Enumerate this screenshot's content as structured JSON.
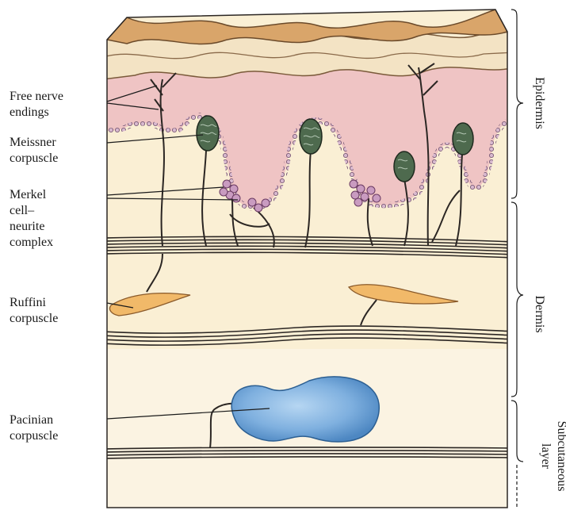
{
  "labels": {
    "free_nerve": [
      "Free nerve",
      "endings"
    ],
    "meissner": [
      "Meissner",
      "corpuscle"
    ],
    "merkel": [
      "Merkel",
      "cell–",
      "neurite",
      "complex"
    ],
    "ruffini": [
      "Ruffini",
      "corpuscle"
    ],
    "pacinian": [
      "Pacinian",
      "corpuscle"
    ]
  },
  "layers": {
    "epidermis": "Epidermis",
    "dermis": "Dermis",
    "subcutaneous": [
      "Subcutaneous",
      "layer"
    ]
  },
  "colors": {
    "epidermis_pink": "#efc4c4",
    "dermis_cream": "#faefd4",
    "surface_tan": "#d9a56a",
    "bead_purple": "#8a6a8a",
    "meissner_green": "#4e6a4e",
    "ruffini_orange": "#f1b969",
    "pacinian_blue": "#7fb0df",
    "fiber_dark": "#2b2623"
  }
}
